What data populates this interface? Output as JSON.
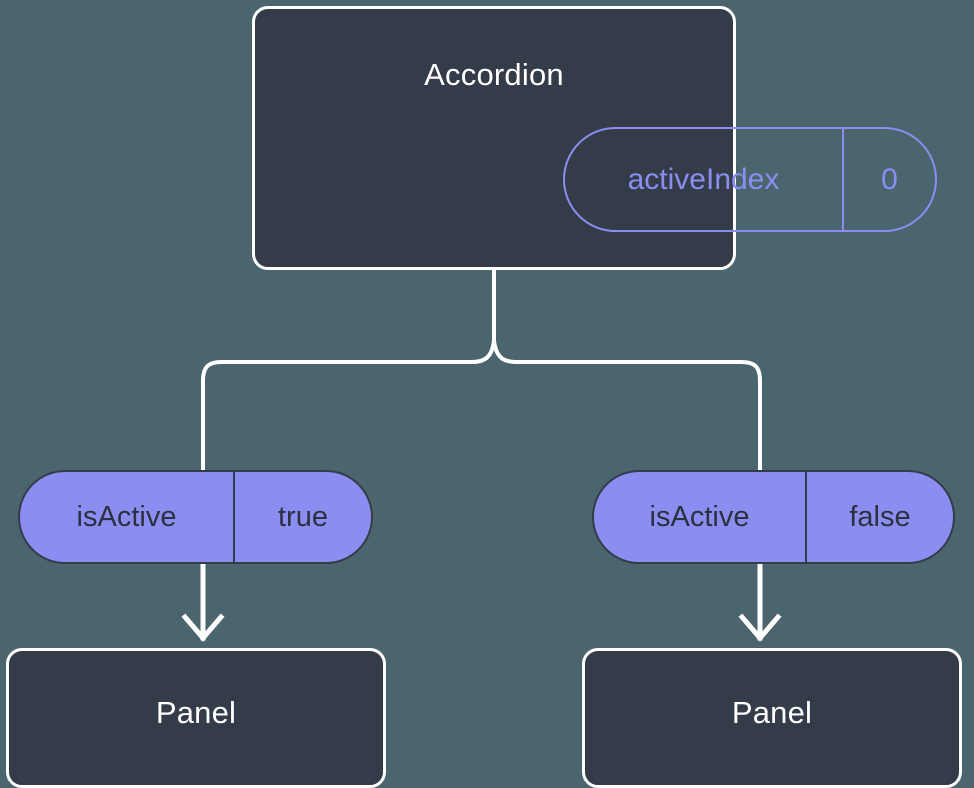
{
  "diagram": {
    "type": "component-state-tree",
    "background_color": "#4a656e",
    "node_fill_color": "#343b49",
    "node_border_color": "#ffffff",
    "accent_color": "#8b8ef0",
    "connector_color": "#ffffff"
  },
  "root": {
    "title": "Accordion",
    "state": {
      "key": "activeIndex",
      "value": "0"
    }
  },
  "branches": [
    {
      "prop": {
        "key": "isActive",
        "value": "true"
      },
      "child": {
        "title": "Panel"
      }
    },
    {
      "prop": {
        "key": "isActive",
        "value": "false"
      },
      "child": {
        "title": "Panel"
      }
    }
  ]
}
